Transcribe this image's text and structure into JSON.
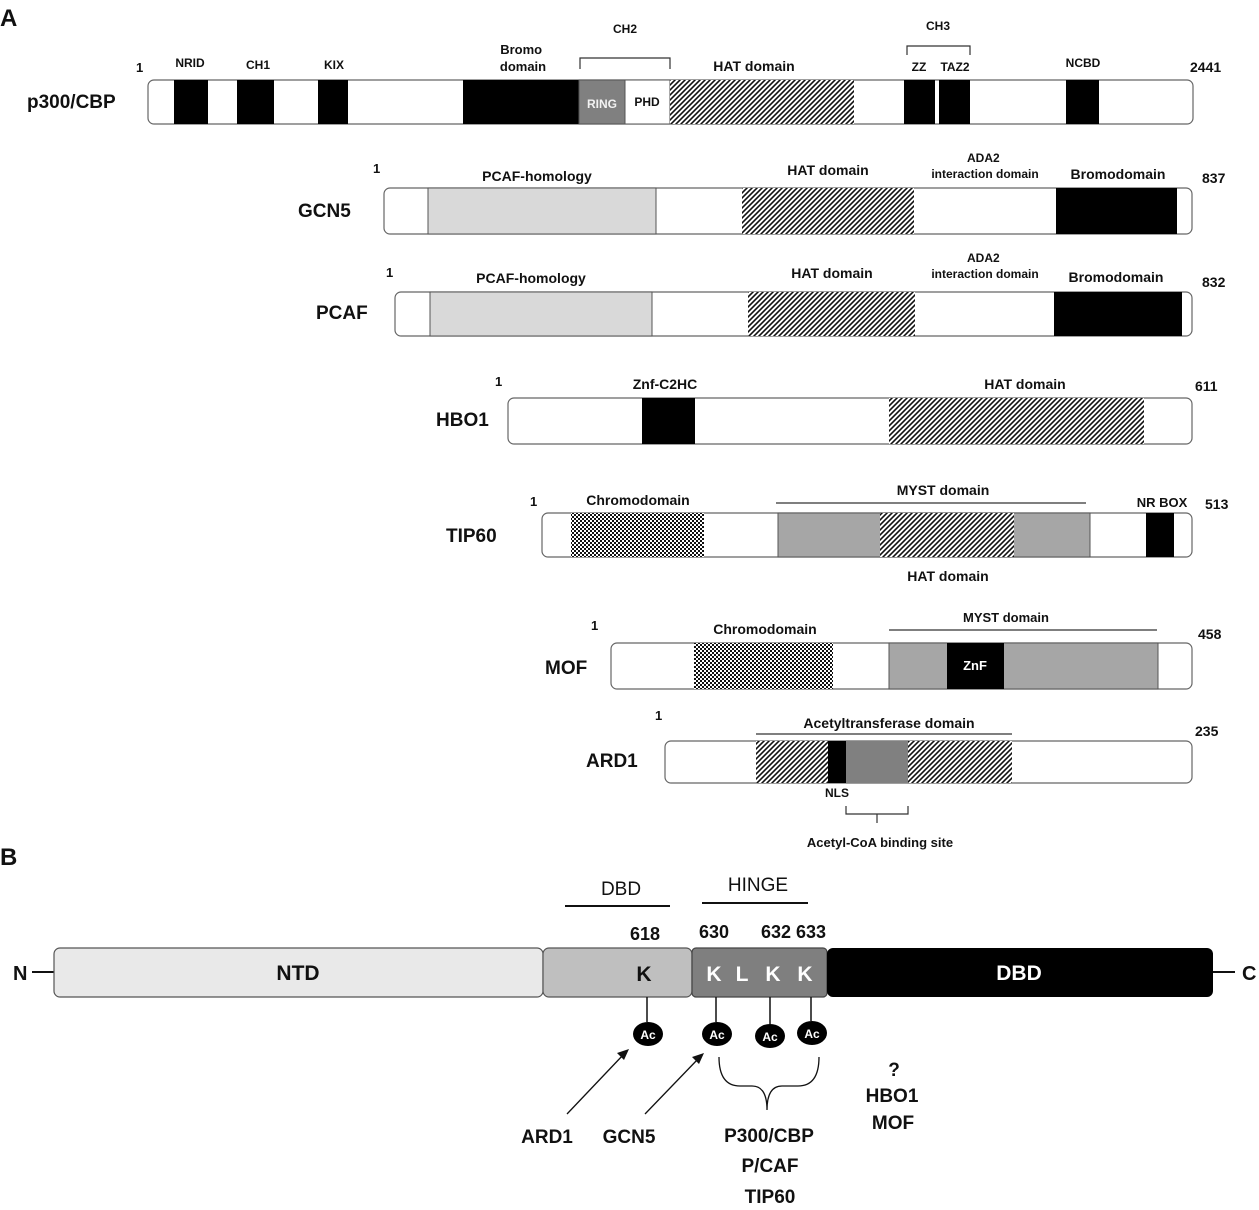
{
  "panel_a": {
    "label": "A",
    "proteins": [
      {
        "name": "p300/CBP",
        "start": "1",
        "end": "2441",
        "domains": [
          {
            "label": "NRID",
            "fill": "black"
          },
          {
            "label": "CH1",
            "fill": "black"
          },
          {
            "label": "KIX",
            "fill": "black"
          },
          {
            "label": "Bromo domain",
            "fill": "black"
          },
          {
            "label": "RING",
            "fill": "gray"
          },
          {
            "label": "PHD",
            "fill": "white"
          },
          {
            "label": "HAT domain",
            "fill": "hatch"
          },
          {
            "label": "ZZ",
            "fill": "black"
          },
          {
            "label": "TAZ2",
            "fill": "black"
          },
          {
            "label": "NCBD",
            "fill": "black"
          }
        ],
        "groups": [
          "CH2",
          "CH3"
        ]
      },
      {
        "name": "GCN5",
        "start": "1",
        "end": "837",
        "domains": [
          {
            "label": "PCAF-homology",
            "fill": "light"
          },
          {
            "label": "HAT domain",
            "fill": "hatch"
          },
          {
            "label": "ADA2 interaction domain",
            "fill": "white"
          },
          {
            "label": "Bromodomain",
            "fill": "black"
          }
        ]
      },
      {
        "name": "PCAF",
        "start": "1",
        "end": "832",
        "domains": [
          {
            "label": "PCAF-homology",
            "fill": "light"
          },
          {
            "label": "HAT domain",
            "fill": "hatch"
          },
          {
            "label": "ADA2 interaction domain",
            "fill": "white"
          },
          {
            "label": "Bromodomain",
            "fill": "black"
          }
        ]
      },
      {
        "name": "HBO1",
        "start": "1",
        "end": "611",
        "domains": [
          {
            "label": "Znf-C2HC",
            "fill": "black"
          },
          {
            "label": "HAT domain",
            "fill": "hatch"
          }
        ]
      },
      {
        "name": "TIP60",
        "start": "1",
        "end": "513",
        "domains": [
          {
            "label": "Chromodomain",
            "fill": "check"
          },
          {
            "label": "MYST domain",
            "fill": "gray"
          },
          {
            "label": "HAT domain",
            "fill": "hatch"
          },
          {
            "label": "NR BOX",
            "fill": "black"
          }
        ]
      },
      {
        "name": "MOF",
        "start": "1",
        "end": "458",
        "domains": [
          {
            "label": "Chromodomain",
            "fill": "check"
          },
          {
            "label": "MYST domain",
            "fill": "gray"
          },
          {
            "label": "ZnF",
            "fill": "black"
          }
        ]
      },
      {
        "name": "ARD1",
        "start": "1",
        "end": "235",
        "domains": [
          {
            "label": "Acetyltransferase domain",
            "fill": "hatch"
          },
          {
            "label": "NLS",
            "fill": "black"
          },
          {
            "label": "Acetyl-CoA binding site",
            "fill": "gray"
          }
        ]
      }
    ]
  },
  "panel_b": {
    "label": "B",
    "n_term": "N",
    "c_term": "C",
    "segments": {
      "ntd": "NTD",
      "dbd_left": "K",
      "hinge": [
        "K",
        "L",
        "K",
        "K"
      ],
      "dbd_right": "DBD"
    },
    "region_labels": {
      "dbd": "DBD",
      "hinge": "HINGE"
    },
    "positions": [
      "618",
      "630",
      "632",
      "633"
    ],
    "ac_label": "Ac",
    "enzymes": {
      "ard1": "ARD1",
      "gcn5": "GCN5",
      "hinge_group": [
        "P300/CBP",
        "P/CAF",
        "TIP60"
      ],
      "unknown_mark": "?",
      "unknown_group": [
        "HBO1",
        "MOF"
      ]
    }
  },
  "colors": {
    "black": "#000000",
    "gray": "#a6a6a6",
    "dark_gray": "#808080",
    "light_gray": "#d9d9d9",
    "ntd": "#e9e9e9",
    "dbd_left": "#bfbfbf",
    "hinge": "#7f7f7f",
    "outline": "#666666"
  }
}
